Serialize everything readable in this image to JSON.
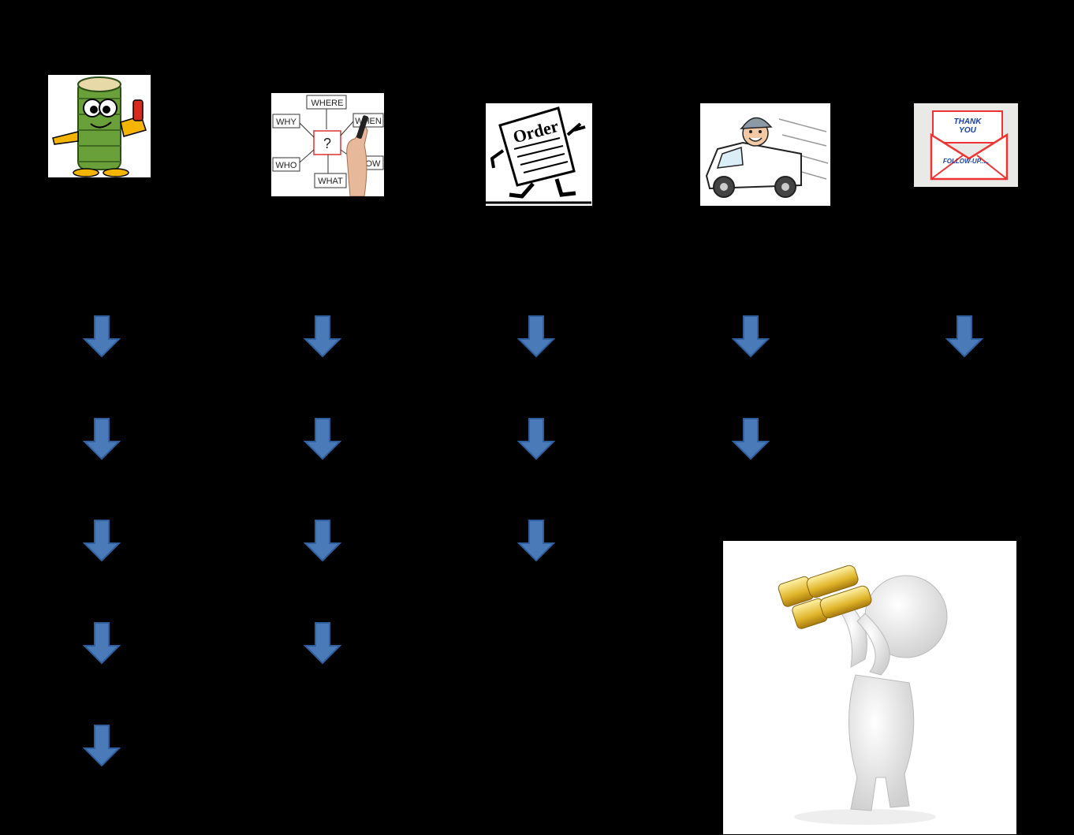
{
  "images": {
    "carpet_mascot": {
      "icon": "carpet-roll-mascot-with-phone"
    },
    "question_diagram": {
      "icon": "question-words-diagram",
      "labels": [
        "WHERE",
        "WHY",
        "WHEN",
        "WHO",
        "HOW",
        "WHAT",
        "?"
      ]
    },
    "order_form": {
      "icon": "walking-order-form",
      "label": "Order"
    },
    "delivery_van": {
      "icon": "delivery-man-driving-van"
    },
    "thank_you_card": {
      "icon": "thank-you-envelope",
      "line1": "THANK",
      "line2": "YOU",
      "line3": "FOLLOW-UP....."
    },
    "binocular_figure": {
      "icon": "figure-with-binoculars"
    }
  },
  "arrows": {
    "color": "#4a7ab8",
    "stroke": "#2f5f9c",
    "column_counts": [
      5,
      4,
      3,
      2,
      1
    ]
  }
}
